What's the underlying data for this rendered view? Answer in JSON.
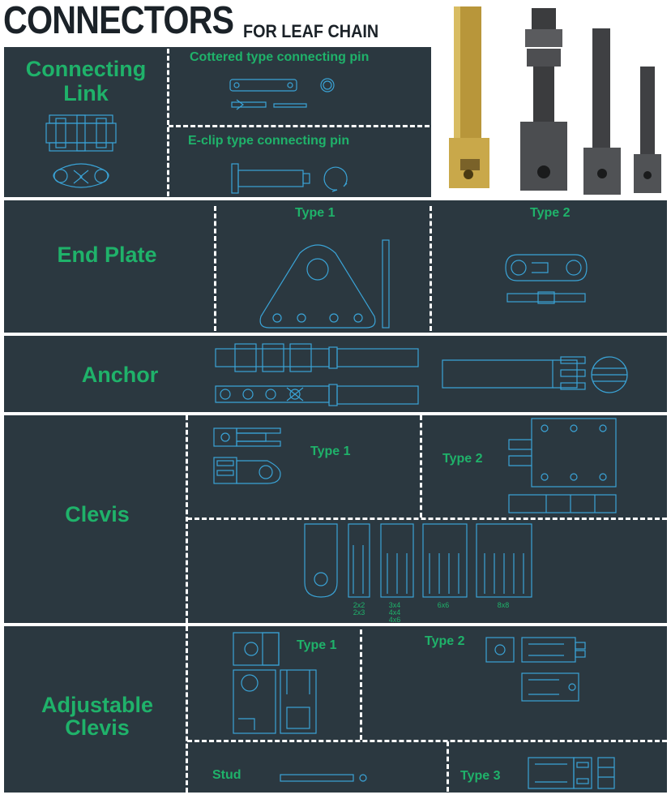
{
  "header": {
    "title": "CONNECTORS",
    "subtitle": "FOR LEAF CHAIN"
  },
  "sections": {
    "connecting_link": {
      "title_line1": "Connecting",
      "title_line2": "Link",
      "sub_cottered": "Cottered type connecting pin",
      "sub_eclip": "E-clip type connecting pin"
    },
    "end_plate": {
      "title": "End Plate",
      "type1": "Type 1",
      "type2": "Type 2"
    },
    "anchor": {
      "title": "Anchor"
    },
    "clevis": {
      "title": "Clevis",
      "type1": "Type 1",
      "type2": "Type 2",
      "sizes": [
        "2x2\n2x3",
        "3x4\n4x4\n4x6",
        "6x6",
        "8x8"
      ]
    },
    "adjustable_clevis": {
      "title_line1": "Adjustable",
      "title_line2": "Clevis",
      "type1": "Type 1",
      "type2": "Type 2",
      "type3": "Type 3",
      "stud": "Stud"
    }
  },
  "colors": {
    "panel": "#2b3840",
    "accent_green": "#1fb26a",
    "drawing_blue": "#3aa3d6",
    "divider": "#ffffff"
  }
}
